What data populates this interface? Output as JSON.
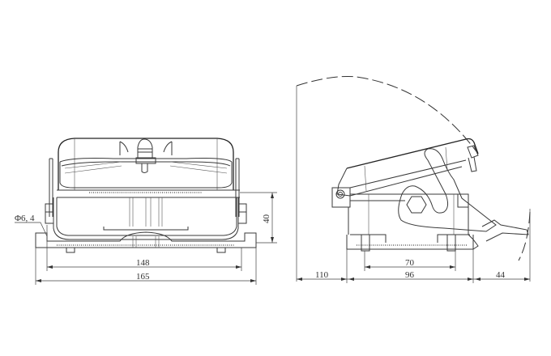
{
  "drawing": {
    "type": "technical-drawing",
    "subject": "rectangular connector housing with locking lever",
    "line_color": "#3a3a3a",
    "background": "#ffffff",
    "front_view": {
      "dimensions": {
        "hole_diameter": "Φ6, 4",
        "height": "40",
        "inner_width": "148",
        "overall_width": "165"
      }
    },
    "side_view": {
      "dimensions": {
        "hole_spacing": "70",
        "lid_swing_clearance": "110",
        "base_depth": "96",
        "lever_clearance": "44"
      }
    }
  }
}
